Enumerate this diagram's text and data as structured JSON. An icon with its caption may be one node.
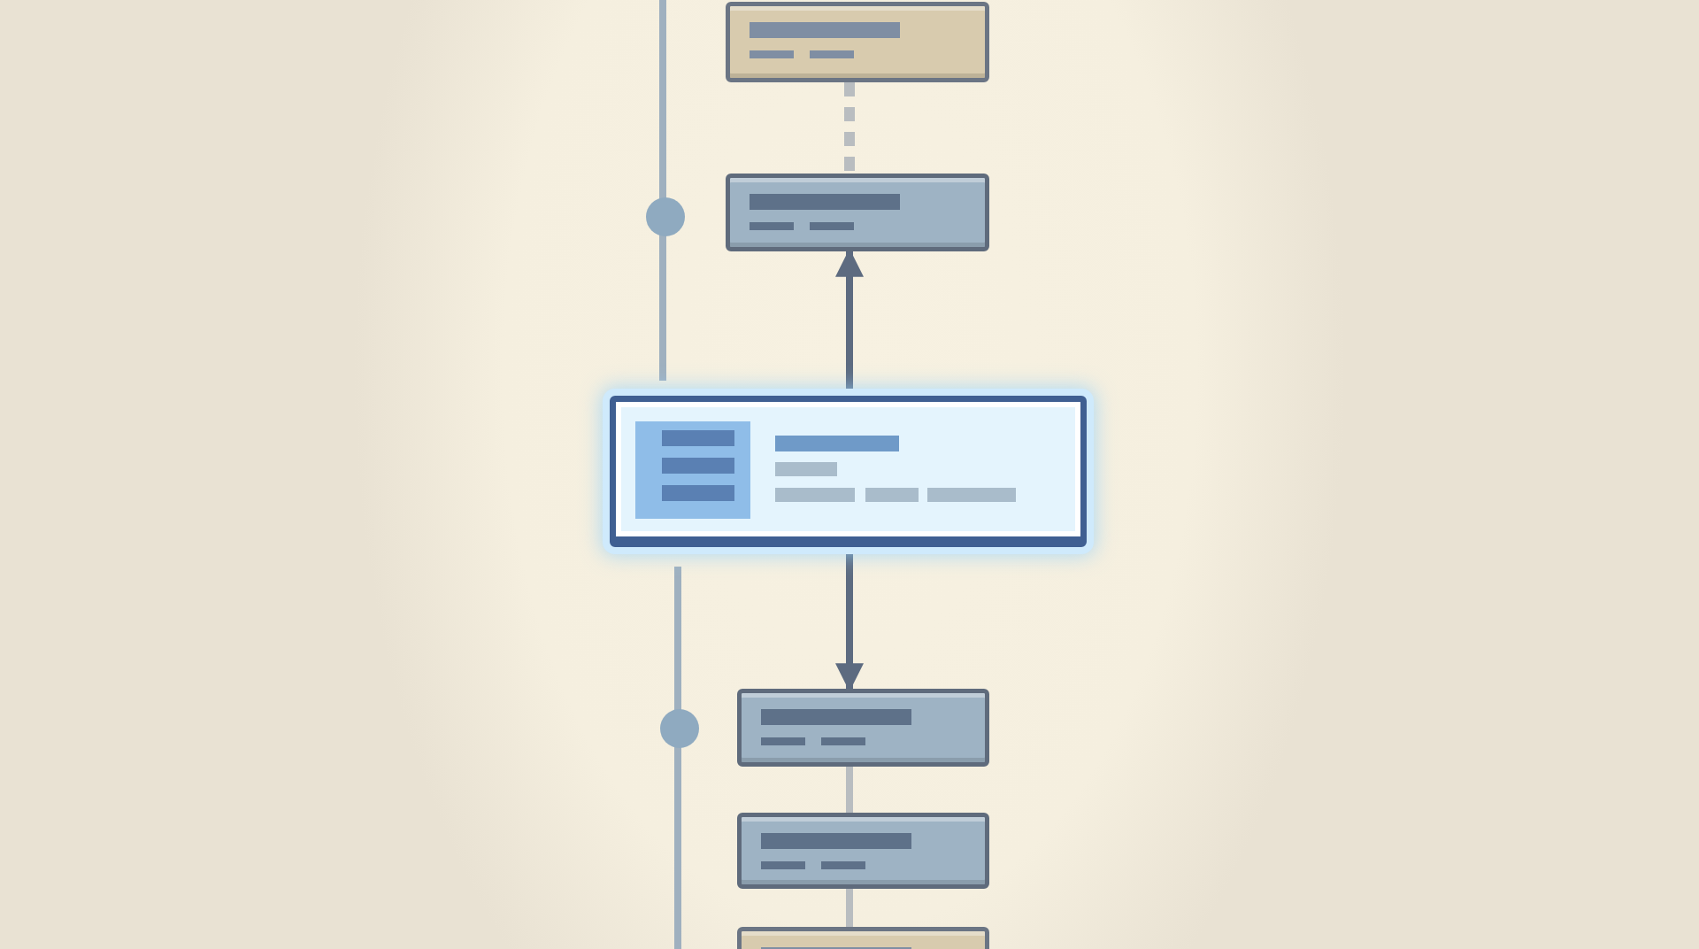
{
  "diagram": {
    "nodes": [
      {
        "text": [],
        "shape": "box"
      },
      {
        "text": [],
        "shape": "box"
      },
      {
        "text": [],
        "shape": "box"
      },
      {
        "text": [],
        "shape": "box"
      },
      {
        "text": [],
        "shape": "box"
      },
      {
        "text": [],
        "shape": "box"
      }
    ],
    "edges": [
      {
        "from": 0,
        "to": 1,
        "arrow": "none",
        "style": "dashed"
      },
      {
        "from": 2,
        "to": 1,
        "arrow": "to",
        "color": "#5d6b80"
      },
      {
        "from": 2,
        "to": 3,
        "arrow": "to",
        "color": "#5d6b80"
      },
      {
        "from": 3,
        "to": 4,
        "arrow": "none"
      },
      {
        "from": 4,
        "to": 5,
        "arrow": "none"
      }
    ]
  }
}
